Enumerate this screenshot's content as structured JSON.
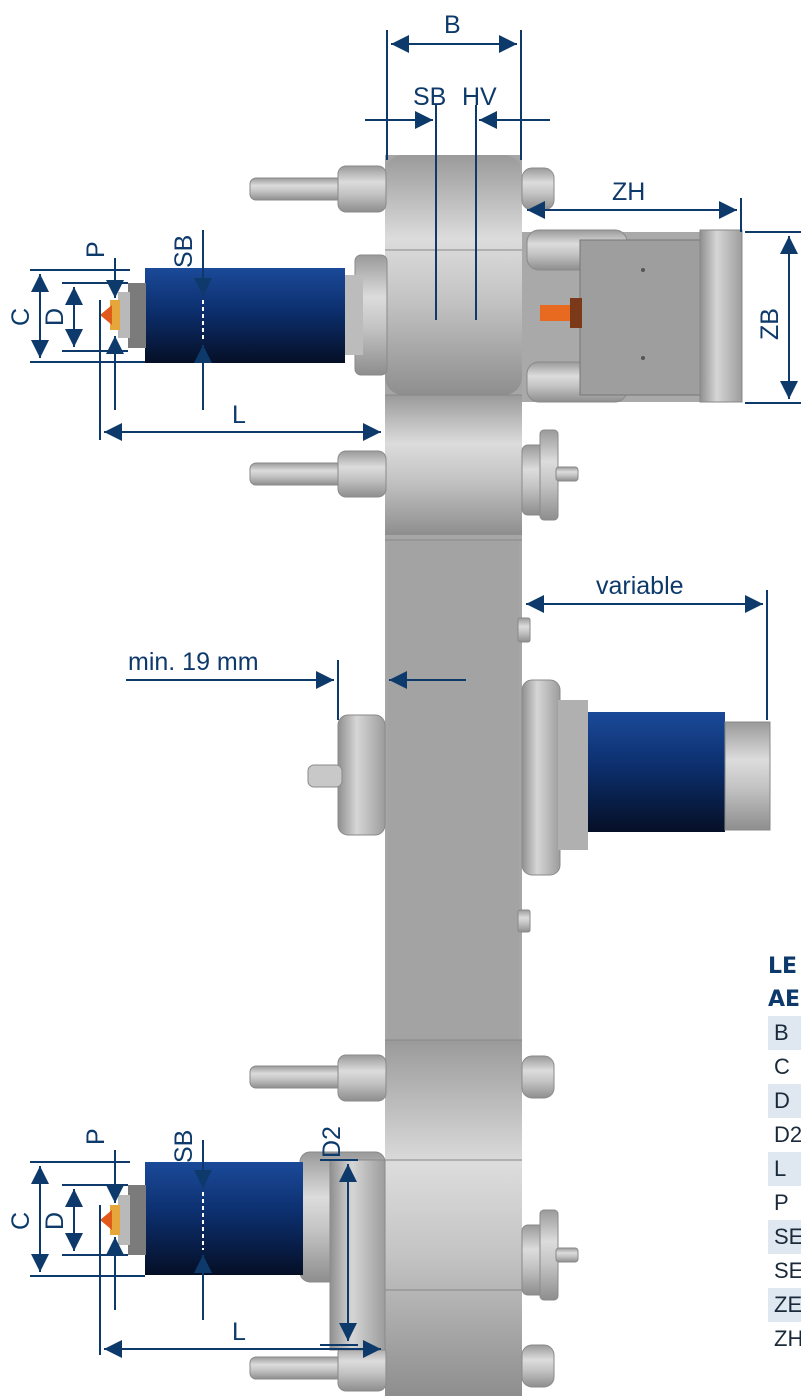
{
  "dimension_labels": {
    "B": "B",
    "SB": "SB",
    "HV": "HV",
    "ZH": "ZH",
    "ZB": "ZB",
    "P": "P",
    "C": "C",
    "D": "D",
    "D2": "D2",
    "L": "L",
    "variable": "variable",
    "min_19": "min. 19 mm"
  },
  "legend": {
    "title_line1": "LE",
    "title_line2": "AE",
    "items": [
      "B",
      "C",
      "D",
      "D2",
      "L",
      "P",
      "SE",
      "SE",
      "ZE",
      "ZH"
    ]
  },
  "colors": {
    "dimension": "#0d3a6b",
    "motor_blue": "#0b2f6d",
    "steel": "#b9b9b9",
    "table_shade": "#dfe7f1"
  }
}
